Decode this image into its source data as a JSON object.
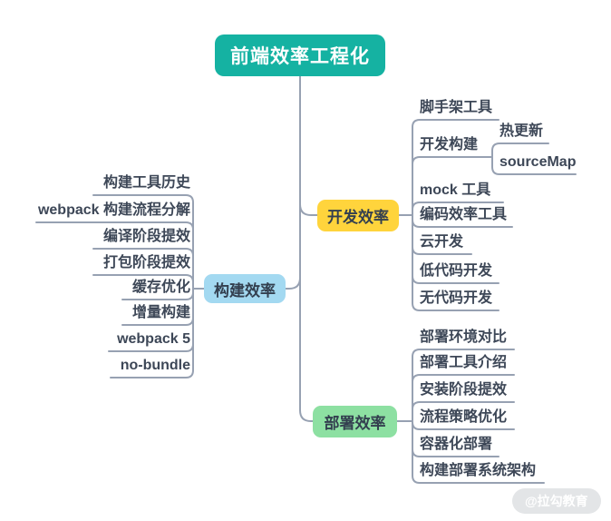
{
  "title": "前端效率工程化",
  "watermark": "@拉勾教育",
  "colors": {
    "root_bg": "#15b2a2",
    "root_text": "#ffffff",
    "dev_bg": "#ffd43c",
    "build_bg": "#a3d9f1",
    "deploy_bg": "#8de0a2",
    "node_text": "#333f4f",
    "leaf_text": "#3d4757",
    "line": "#97a1b2"
  },
  "root": {
    "label": "前端效率工程化"
  },
  "branches": [
    {
      "label": "开发效率",
      "children": [
        {
          "label": "脚手架工具"
        },
        {
          "label": "开发构建",
          "children": [
            {
              "label": "热更新"
            },
            {
              "label": "sourceMap"
            }
          ]
        },
        {
          "label": "mock 工具"
        },
        {
          "label": "编码效率工具"
        },
        {
          "label": "云开发"
        },
        {
          "label": "低代码开发"
        },
        {
          "label": "无代码开发"
        }
      ]
    },
    {
      "label": "构建效率",
      "children": [
        {
          "label": "构建工具历史"
        },
        {
          "label": "webpack 构建流程分解"
        },
        {
          "label": "编译阶段提效"
        },
        {
          "label": "打包阶段提效"
        },
        {
          "label": "缓存优化"
        },
        {
          "label": "增量构建"
        },
        {
          "label": "webpack 5"
        },
        {
          "label": "no-bundle"
        }
      ]
    },
    {
      "label": "部署效率",
      "children": [
        {
          "label": "部署环境对比"
        },
        {
          "label": "部署工具介绍"
        },
        {
          "label": "安装阶段提效"
        },
        {
          "label": "流程策略优化"
        },
        {
          "label": "容器化部署"
        },
        {
          "label": "构建部署系统架构"
        }
      ]
    }
  ]
}
